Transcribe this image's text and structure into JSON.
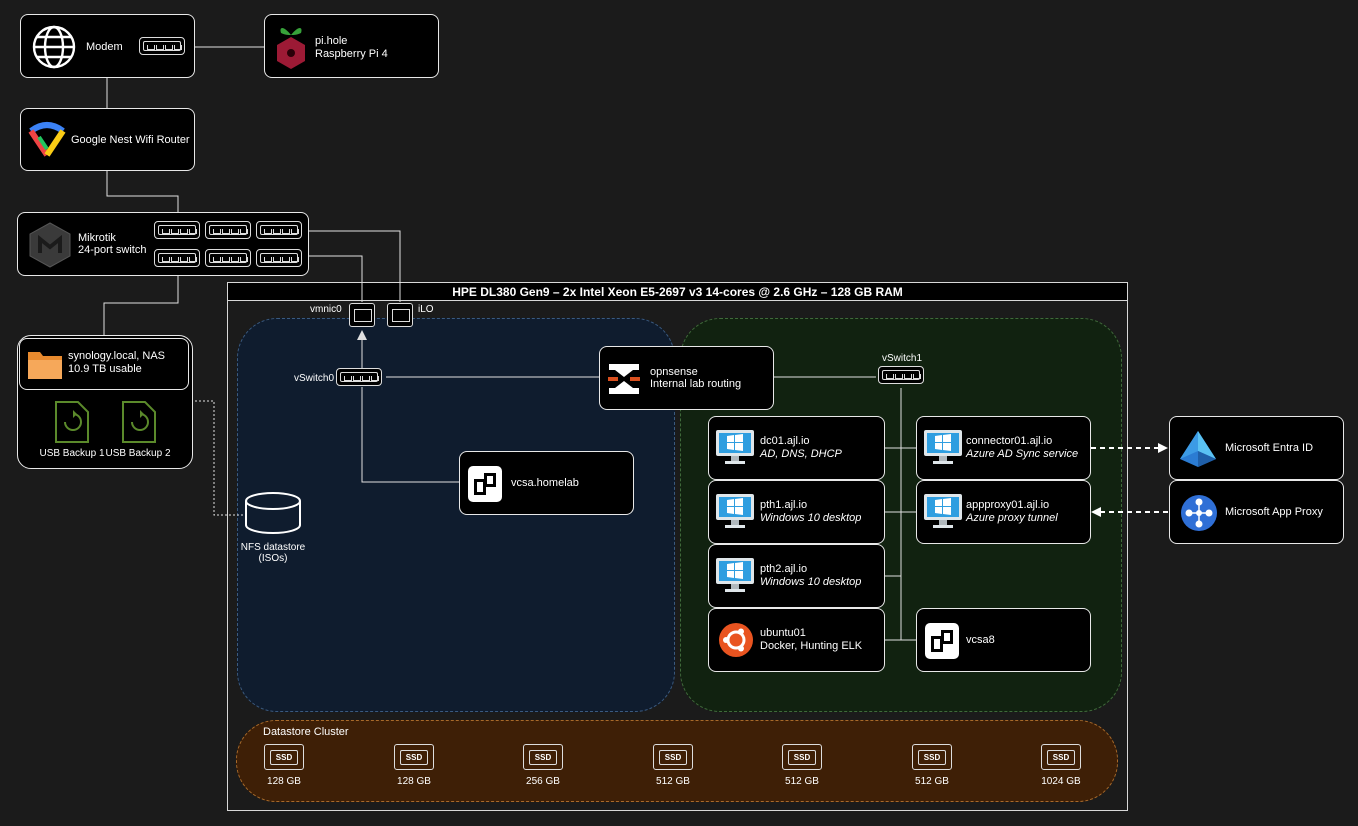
{
  "header": {
    "title": "HPE DL380 Gen9 – 2x Intel Xeon E5-2697 v3 14-cores @ 2.6 GHz – 128 GB RAM"
  },
  "modem": {
    "label": "Modem"
  },
  "pihole": {
    "line1": "pi.hole",
    "line2": "Raspberry Pi 4"
  },
  "router": {
    "label": "Google Nest Wifi Router"
  },
  "switch": {
    "line1": "Mikrotik",
    "line2": "24-port switch"
  },
  "nas": {
    "line1": "synology.local, NAS",
    "line2": "10.9 TB usable",
    "backup1": "USB Backup 1",
    "backup2": "USB Backup 2"
  },
  "nfs": {
    "line1": "NFS datastore",
    "line2": "(ISOs)"
  },
  "ports": {
    "vmnic0": "vmnic0",
    "ilo": "iLO",
    "vswitch0": "vSwitch0",
    "vswitch1": "vSwitch1"
  },
  "opnsense": {
    "line1": "opnsense",
    "line2": "Internal lab routing"
  },
  "vcsa_homelab": {
    "label": "vcsa.homelab"
  },
  "vms": {
    "dc01": {
      "name": "dc01.ajl.io",
      "desc": "AD, DNS, DHCP"
    },
    "pth1": {
      "name": "pth1.ajl.io",
      "desc": "Windows 10 desktop"
    },
    "pth2": {
      "name": "pth2.ajl.io",
      "desc": "Windows 10 desktop"
    },
    "ubuntu": {
      "name": "ubuntu01",
      "desc": "Docker, Hunting ELK"
    },
    "connector": {
      "name": "connector01.ajl.io",
      "desc": "Azure AD Sync service"
    },
    "appproxy": {
      "name": "appproxy01.ajl.io",
      "desc": "Azure proxy tunnel"
    },
    "vcsa8": {
      "name": "vcsa8"
    }
  },
  "cloud": {
    "entra": "Microsoft Entra ID",
    "appproxy": "Microsoft App Proxy"
  },
  "datastore": {
    "title": "Datastore Cluster",
    "ssd_label": "SSD",
    "disks": [
      "128 GB",
      "128 GB",
      "256 GB",
      "512 GB",
      "512 GB",
      "512 GB",
      "1024 GB"
    ]
  },
  "icons": [
    "globe-icon",
    "raspberry-pi-icon",
    "nest-wifi-icon",
    "mikrotik-icon",
    "folder-icon",
    "usb-backup-icon",
    "database-icon",
    "ethernet-port-icon",
    "opnsense-icon",
    "vmware-icon",
    "windows-monitor-icon",
    "ubuntu-icon",
    "entra-id-icon",
    "app-proxy-icon",
    "ssd-icon"
  ],
  "colors": {
    "background": "#1b1b1b",
    "blue_zone": "#0f1c2e",
    "green_zone": "#112210",
    "datastore_zone": "#3e1f06",
    "ubuntu": "#e95420",
    "windows": "#2f9ee0"
  }
}
